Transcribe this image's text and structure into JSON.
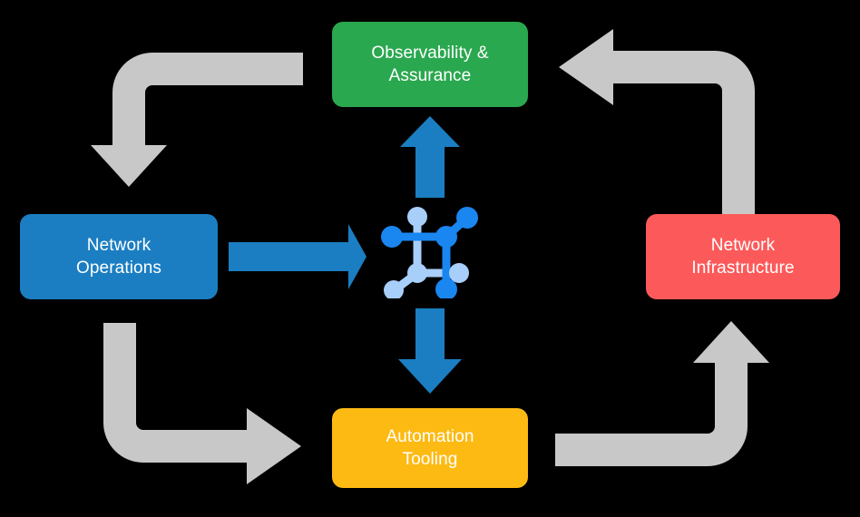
{
  "diagram": {
    "title": "Network automation lifecycle cycle diagram",
    "background_color": "#000000",
    "center_icon": {
      "name": "network-topology-icon",
      "primary_color": "#1A86F0",
      "secondary_color": "#A8CEFA"
    },
    "nodes": [
      {
        "id": "observability",
        "label": "Observability &\nAssurance",
        "color": "#2AA84F",
        "position": "top"
      },
      {
        "id": "operations",
        "label": "Network\nOperations",
        "color": "#1B7EC2",
        "position": "left"
      },
      {
        "id": "infrastructure",
        "label": "Network\nInfrastructure",
        "color": "#FC5A5A",
        "position": "right"
      },
      {
        "id": "automation",
        "label": "Automation\nTooling",
        "color": "#FCBA13",
        "position": "bottom"
      }
    ],
    "connectors": [
      {
        "id": "operations-to-center",
        "name": "blue-arrow-right",
        "from": "operations",
        "to": "center_icon",
        "color": "#1B7EC2",
        "direction": "right"
      },
      {
        "id": "center-to-observability",
        "name": "blue-arrow-up",
        "from": "center_icon",
        "to": "observability",
        "color": "#1B7EC2",
        "direction": "up"
      },
      {
        "id": "center-to-automation",
        "name": "blue-arrow-down",
        "from": "center_icon",
        "to": "automation",
        "color": "#1B7EC2",
        "direction": "down"
      },
      {
        "id": "observability-to-operations",
        "name": "gray-elbow-arrow-down-left",
        "from": "observability",
        "to": "operations",
        "color": "#C8C8C8",
        "direction": "down"
      },
      {
        "id": "operations-to-automation",
        "name": "gray-elbow-arrow-down-right",
        "from": "operations",
        "to": "automation",
        "color": "#C8C8C8",
        "direction": "right"
      },
      {
        "id": "automation-to-infrastructure",
        "name": "gray-elbow-arrow-right-up",
        "from": "automation",
        "to": "infrastructure",
        "color": "#C8C8C8",
        "direction": "up"
      },
      {
        "id": "infrastructure-to-observability",
        "name": "gray-elbow-arrow-up-left",
        "from": "infrastructure",
        "to": "observability",
        "color": "#C8C8C8",
        "direction": "left"
      }
    ]
  }
}
